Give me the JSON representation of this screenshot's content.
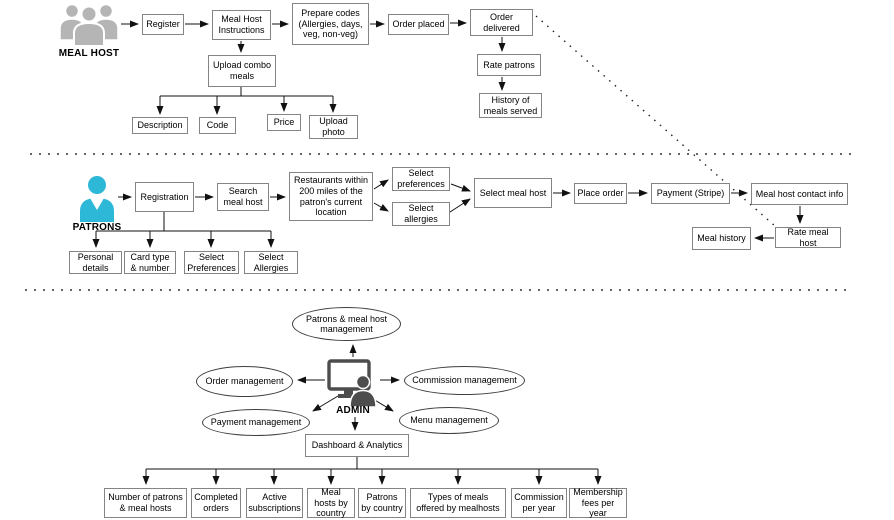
{
  "meal_host": {
    "actor": "MEAL HOST",
    "nodes": {
      "register": "Register",
      "instructions": "Meal Host Instructions",
      "prepare_codes": "Prepare codes (Allergies, days, veg, non-veg)",
      "order_placed": "Order placed",
      "order_delivered": "Order delivered",
      "rate_patrons": "Rate patrons",
      "history_of_meals": "History of meals served",
      "upload_combo_meals": "Upload combo meals",
      "description": "Description",
      "code": "Code",
      "price": "Price",
      "upload_photo": "Upload photo"
    }
  },
  "patrons": {
    "actor": "PATRONS",
    "nodes": {
      "registration": "Registration",
      "search_meal_host": "Search meal host",
      "restaurants_radius": "Restaurants within 200 miles of the patron's current location",
      "select_preferences": "Select preferences",
      "select_allergies": "Select allergies",
      "select_meal_host": "Select meal host",
      "place_order": "Place order",
      "payment": "Payment (Stripe)",
      "meal_host_contact_info": "Meal host contact info",
      "meal_history": "Meal history",
      "rate_meal_host": "Rate meal host",
      "personal_details": "Personal details",
      "card_type_number": "Card type & number",
      "select_preferences_detail": "Select Preferences",
      "select_allergies_detail": "Select Allergies"
    }
  },
  "admin": {
    "actor": "ADMIN",
    "ellipses": {
      "patrons_meal_host_mgmt": "Patrons & meal host management",
      "order_mgmt": "Order management",
      "commission_mgmt": "Commission management",
      "payment_mgmt": "Payment management",
      "menu_mgmt": "Menu management"
    },
    "dashboard": "Dashboard & Analytics",
    "stats": {
      "patrons_hosts_count": "Number of patrons & meal hosts",
      "completed_orders": "Completed orders",
      "active_subscriptions": "Active subscriptions",
      "meal_hosts_by_country": "Meal hosts by country",
      "patrons_by_country": "Patrons by country",
      "meal_types": "Types of meals offered by mealhosts",
      "commission_per_year": "Commission per year",
      "membership_fees": "Membership fees per year"
    }
  },
  "colors": {
    "meal_host_icon": "#b5b5b5",
    "patron_icon": "#2eb8d8",
    "admin_icon": "#4d4d4d",
    "box_border": "#848484",
    "connector": "#111111"
  }
}
